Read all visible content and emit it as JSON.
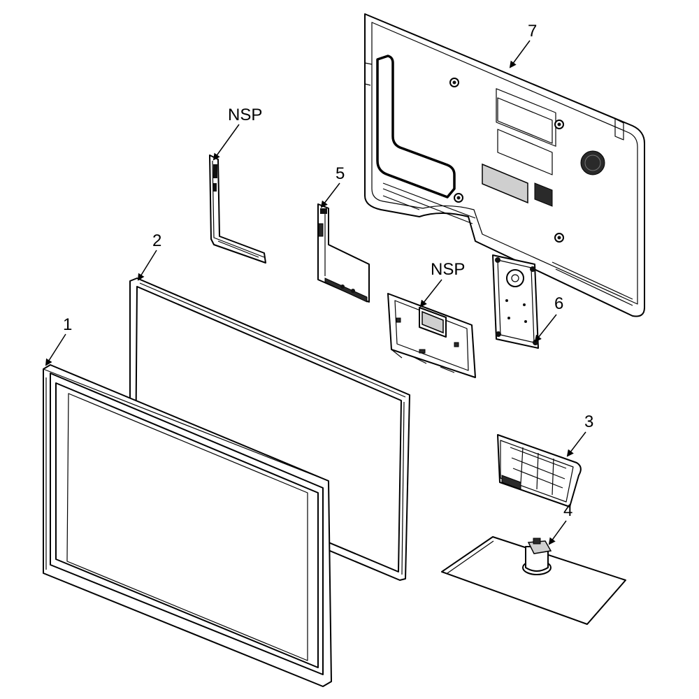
{
  "callouts": {
    "part1": "1",
    "part2": "2",
    "part3": "3",
    "part4": "4",
    "part5": "5",
    "part6": "6",
    "part7": "7",
    "nsp_left": "NSP",
    "nsp_center": "NSP"
  },
  "colors": {
    "line": "#000000",
    "background": "#ffffff"
  }
}
